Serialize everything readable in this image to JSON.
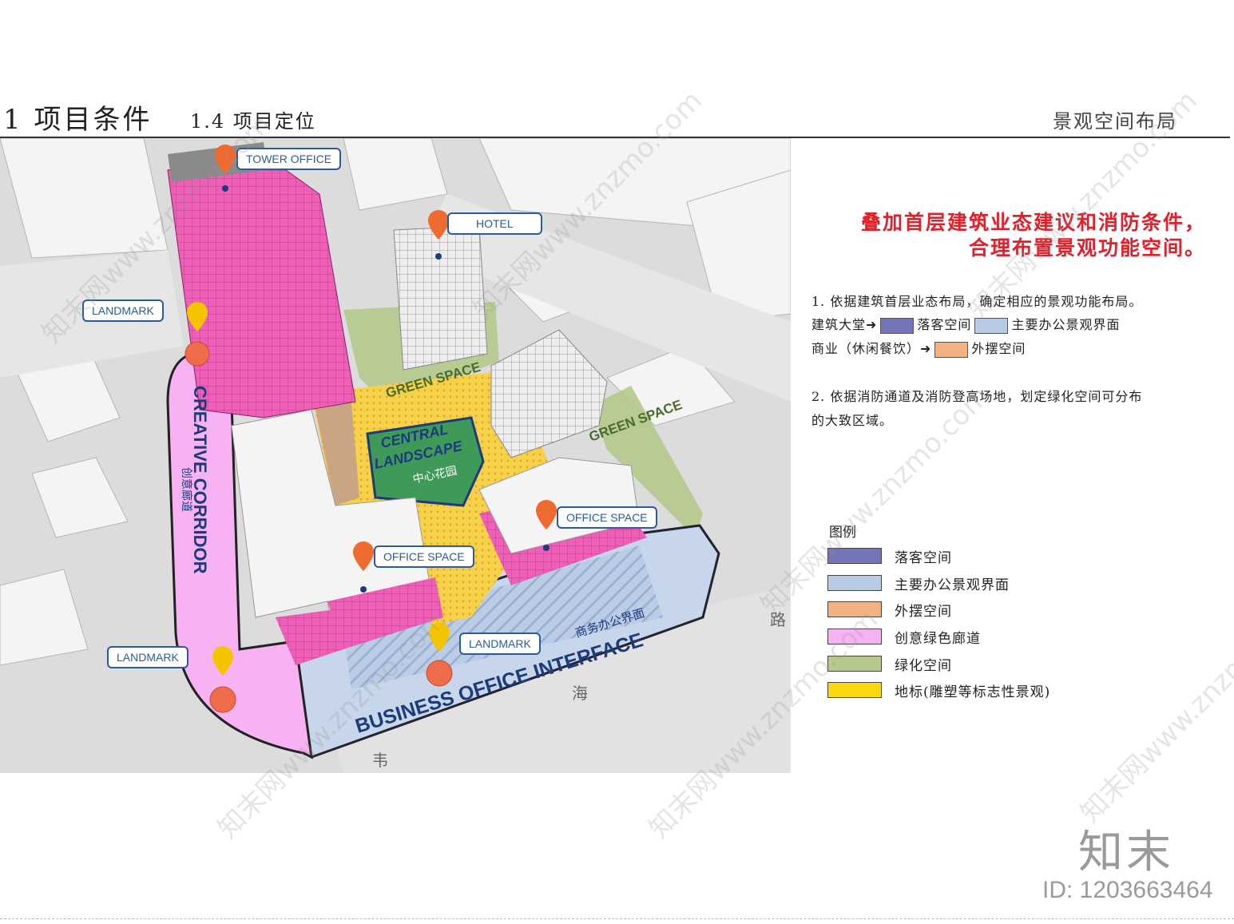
{
  "header": {
    "title": "1 项目条件",
    "subtitle": "1.4 项目定位",
    "right": "景观空间布局"
  },
  "map": {
    "callouts": {
      "tower_office": "TOWER OFFICE",
      "hotel": "HOTEL",
      "landmark_top": "LANDMARK",
      "landmark_bottom_left": "LANDMARK",
      "landmark_bottom": "LANDMARK",
      "office_space_right": "OFFICE SPACE",
      "office_space_left": "OFFICE SPACE"
    },
    "labels": {
      "green_space_top": "GREEN SPACE",
      "green_space_right": "GREEN SPACE",
      "central_1": "CENTRAL",
      "central_2": "LANDSCAPE",
      "central_cn": "中心花园",
      "corridor_en": "CREATIVE CORRIDOR",
      "corridor_cn": "创意廊道",
      "business_en": "BUSINESS OFFICE INTERFACE",
      "business_cn": "商务办公界面",
      "road_1": "路",
      "road_2": "海",
      "road_3": "韦"
    }
  },
  "headline": {
    "line1": "叠加首层建筑业态建议和消防条件，",
    "line2": "合理布置景观功能空间。"
  },
  "notes": {
    "n1": "1. 依据建筑首层业态布局，确定相应的景观功能布局。",
    "n1_a1": "建筑大堂➜",
    "n1_a2": "落客空间",
    "n1_a3": "主要办公景观界面",
    "n1_b1": "商业（休闲餐饮）➜",
    "n1_b2": "外摆空间",
    "n2a": "2. 依据消防通道及消防登高场地，划定绿化空间可分布",
    "n2b": "的大致区域。"
  },
  "legend": {
    "title": "图例",
    "items": [
      {
        "label": "落客空间",
        "color": "#7474b8"
      },
      {
        "label": "主要办公景观界面",
        "color": "#b9cbe4"
      },
      {
        "label": "外摆空间",
        "color": "#f2b283"
      },
      {
        "label": "创意绿色廊道",
        "color": "#f6b2f2"
      },
      {
        "label": "绿化空间",
        "color": "#b4c98b"
      },
      {
        "label": "地标(雕塑等标志性景观)",
        "color": "#f9d80d"
      }
    ]
  },
  "brand": {
    "logo": "知末",
    "id": "ID: 1203663464"
  },
  "watermarks": [
    "知末网www.znzmo.com"
  ]
}
